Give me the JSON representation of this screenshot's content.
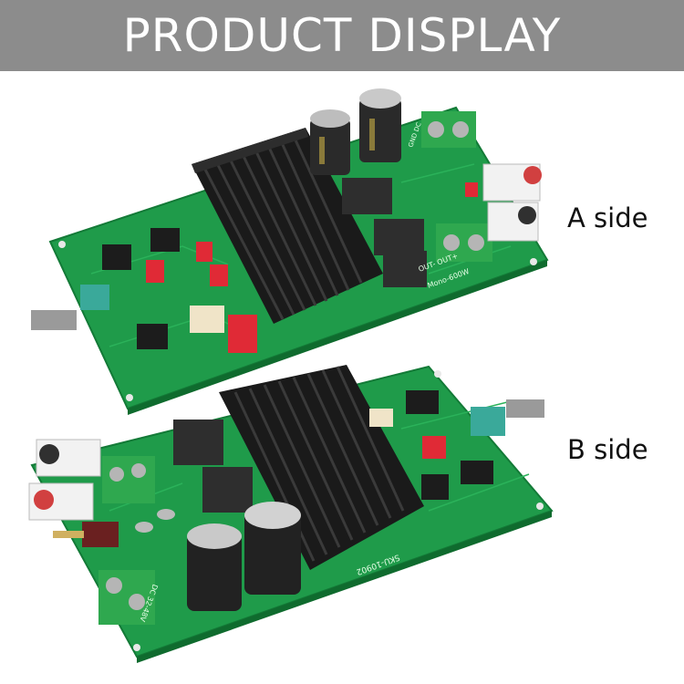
{
  "banner": {
    "title": "PRODUCT DISPLAY"
  },
  "labels": {
    "a_side": "A side",
    "b_side": "B side"
  },
  "boards": {
    "a": {
      "silkscreen_1": "OUT- OUT+",
      "silkscreen_2": "Mono-600W",
      "silkscreen_3": "GND DC"
    },
    "b": {
      "silkscreen_1": "SKU-10902",
      "silkscreen_2": "DC 32-48V"
    }
  },
  "colors": {
    "banner": "#8c8c8c",
    "pcb": "#1f9b4a",
    "heatsink": "#1a1a1a",
    "terminal": "#2fa84f"
  }
}
